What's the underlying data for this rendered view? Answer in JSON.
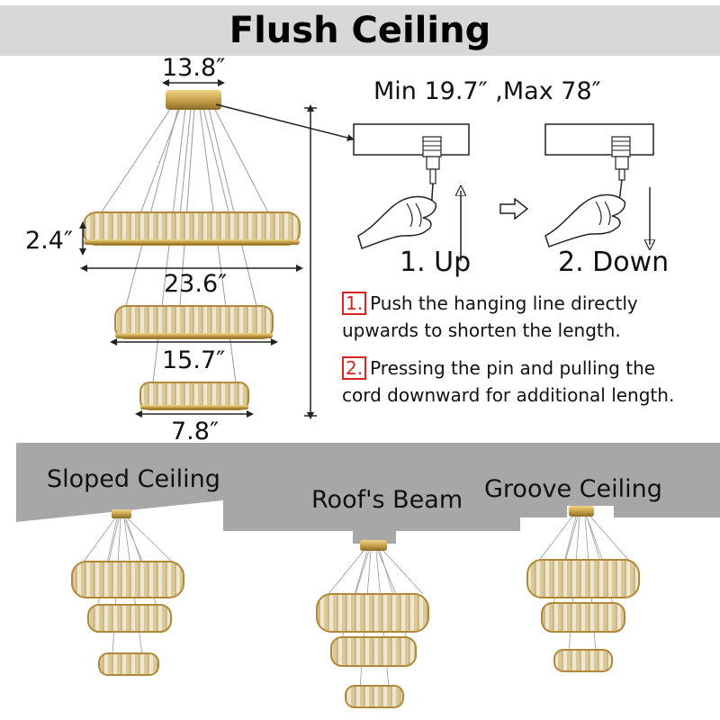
{
  "title": "Flush Ceiling",
  "dimensions": {
    "canopy_width": "13.8″",
    "ring_height": "2.4″",
    "large_ring": "23.6″",
    "medium_ring": "15.7″",
    "small_ring": "7.8″"
  },
  "hanging_range": "Min 19.7″  ,Max 78″",
  "steps": {
    "up_label": "1. Up",
    "down_label": "2. Down"
  },
  "instructions": [
    {
      "number": "1.",
      "line1": "Push the hanging line directly",
      "line2": "upwards to shorten the length."
    },
    {
      "number": "2.",
      "line1": "Pressing the pin and pulling the",
      "line2": "cord downward for additional length."
    }
  ],
  "ceiling_types": {
    "sloped": "Sloped Ceiling",
    "beam": "Roof's Beam",
    "groove": "Groove Ceiling"
  },
  "colors": {
    "gold": "#c9a24a",
    "crystal": "#e8dcc0",
    "ceiling": "#a7a7a7",
    "banner": "#d8d8d8",
    "highlight": "#d22222"
  }
}
